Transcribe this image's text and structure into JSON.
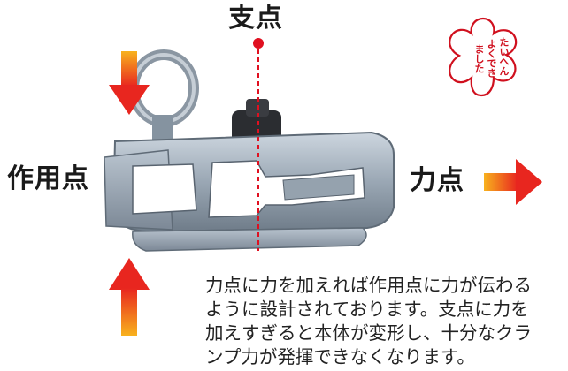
{
  "labels": {
    "fulcrum": "支点",
    "effort": "作用点",
    "load": "力点"
  },
  "caption": [
    "力点に力を加えれば作用点に力が伝わる",
    "ように設計されております。支点に力を",
    "加えすぎると本体が変形し、十分なクラ",
    "ンプ力が発揮できなくなります。"
  ],
  "stamp": {
    "col1": "たいへん",
    "col2": "よくでき",
    "col3": "ました"
  },
  "colors": {
    "arrow_top": "#f7a11a",
    "arrow_bottom": "#e8261f",
    "fulcrum_line": "#e01020",
    "stamp": "#d0101e",
    "metal": "#a9b6c3"
  }
}
